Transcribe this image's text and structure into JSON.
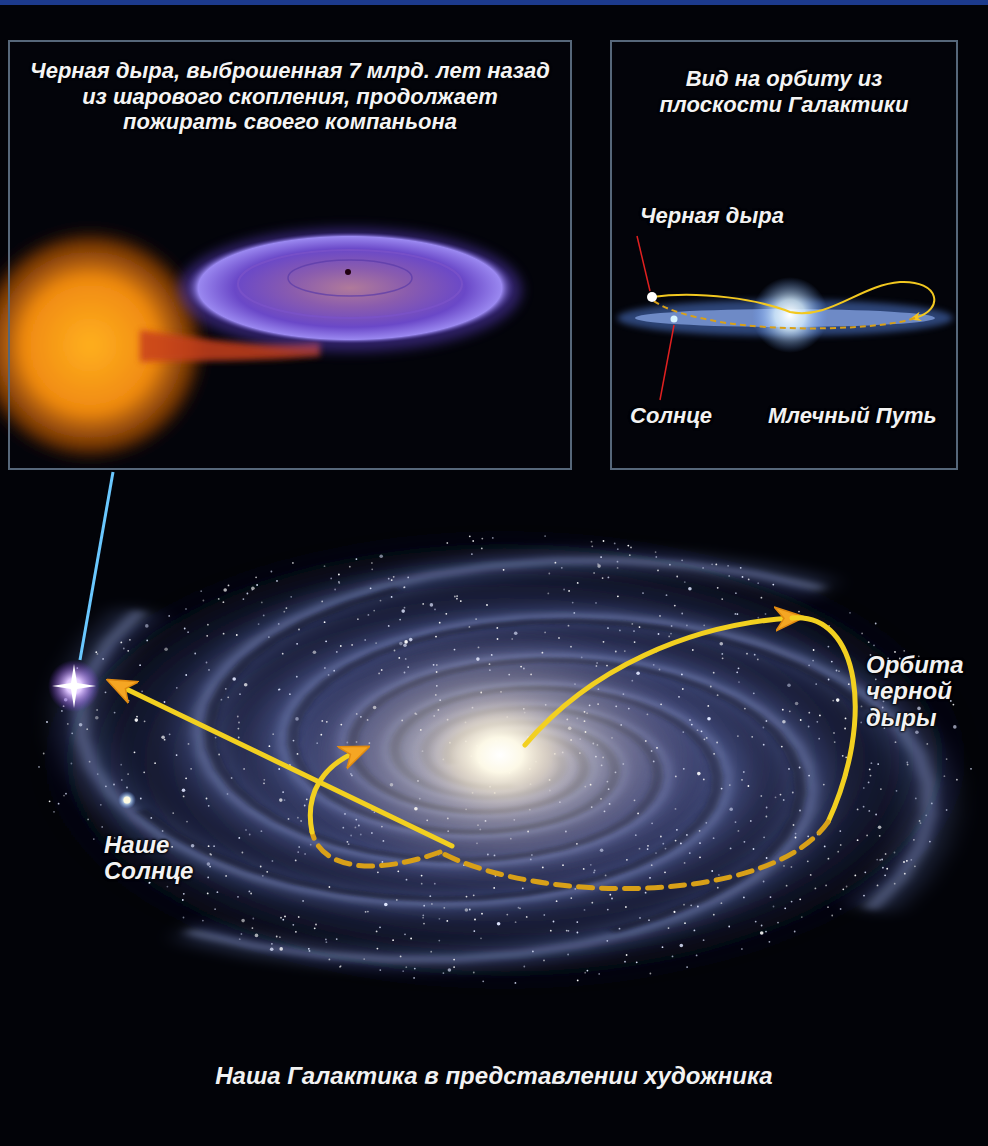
{
  "diagram": {
    "caption": "Наша Галактика в представлении художника",
    "nodes": [
      {
        "text": [
          "Черная дыра, выброшенная 7 млрд. лет назад из шарового скопления, продолжает пожирать своего компаньона"
        ]
      },
      {
        "text": [
          "Вид на орбиту из плоскости Галактики"
        ]
      }
    ],
    "labels": [
      "Черная дыра",
      "Солнце",
      "Млечный Путь",
      "Орбита черной дыры",
      "Наше Солнце"
    ]
  }
}
